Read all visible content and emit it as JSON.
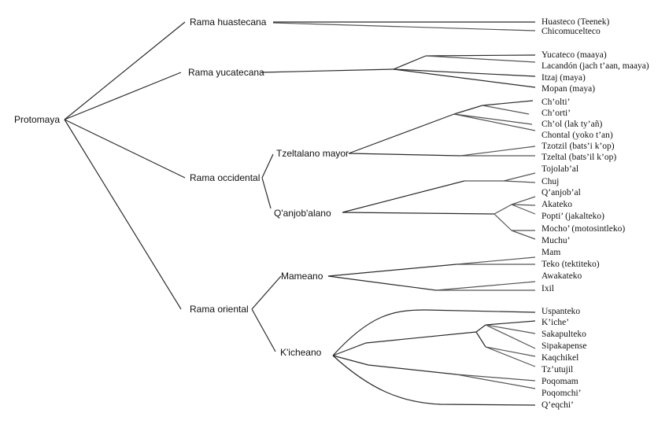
{
  "diagram": {
    "type": "language-family-tree",
    "root": "Protomaya",
    "branches": {
      "huasteca": "Rama huastecana",
      "yucateca": "Rama yucatecana",
      "occidental": "Rama occidental",
      "oriental": "Rama oriental"
    },
    "subgroups": {
      "tzeltalano": "Tzeltalano mayor",
      "qanjobalano": "Q'anjob'alano",
      "mameano": "Mameano",
      "kicheano": "K'icheano"
    },
    "leaves": [
      "Huasteco (Teenek)",
      "Chicomucelteco",
      "Yucateco (maaya)",
      "Lacandón (jach t’aan, maaya)",
      "Itzaj (maya)",
      "Mopan (maya)",
      "Ch’olti’",
      "Ch’orti’",
      "Ch’ol (lak ty’añ)",
      "Chontal (yoko t’an)",
      "Tzotzil (bats’i k’op)",
      "Tzeltal (bats’il k’op)",
      "Tojolab’al",
      "Chuj",
      "Q’anjob’al",
      "Akateko",
      "Popti’ (jakalteko)",
      "Mocho’ (motosintleko)",
      "Muchu’",
      "Mam",
      "Teko (tektiteko)",
      "Awakateko",
      "Ixil",
      "Uspanteko",
      "K’iche’",
      "Sakapulteko",
      "Sipakapense",
      "Kaqchikel",
      "Tz’utujil",
      "Poqomam",
      "Poqomchi’",
      "Q’eqchi’"
    ],
    "colors": {
      "line": "#2b2b2b",
      "text": "#111111",
      "background": "#ffffff"
    }
  }
}
